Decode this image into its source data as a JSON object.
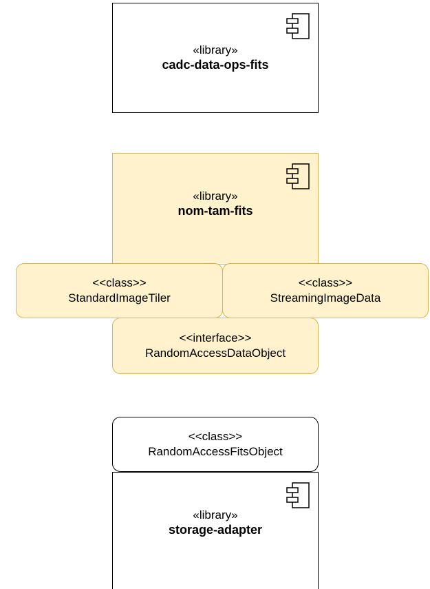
{
  "colors": {
    "highlight_fill": "#fff2cc",
    "highlight_stroke": "#d6b656",
    "default_fill": "#ffffff",
    "default_stroke": "#000000"
  },
  "components": {
    "cadc": {
      "stereotype": "«library»",
      "name": "cadc-data-ops-fits",
      "icon": "component-icon"
    },
    "nomtam": {
      "stereotype": "«library»",
      "name": "nom-tam-fits",
      "icon": "component-icon"
    },
    "storage": {
      "stereotype": "«library»",
      "name": "storage-adapter",
      "icon": "component-icon"
    }
  },
  "classes": {
    "tiler": {
      "stereotype": "<<class>>",
      "name": "StandardImageTiler"
    },
    "streaming": {
      "stereotype": "<<class>>",
      "name": "StreamingImageData"
    },
    "random_access": {
      "stereotype": "<<interface>>",
      "name": "RandomAccessDataObject"
    },
    "random_fits": {
      "stereotype": "<<class>>",
      "name": "RandomAccessFitsObject"
    }
  }
}
